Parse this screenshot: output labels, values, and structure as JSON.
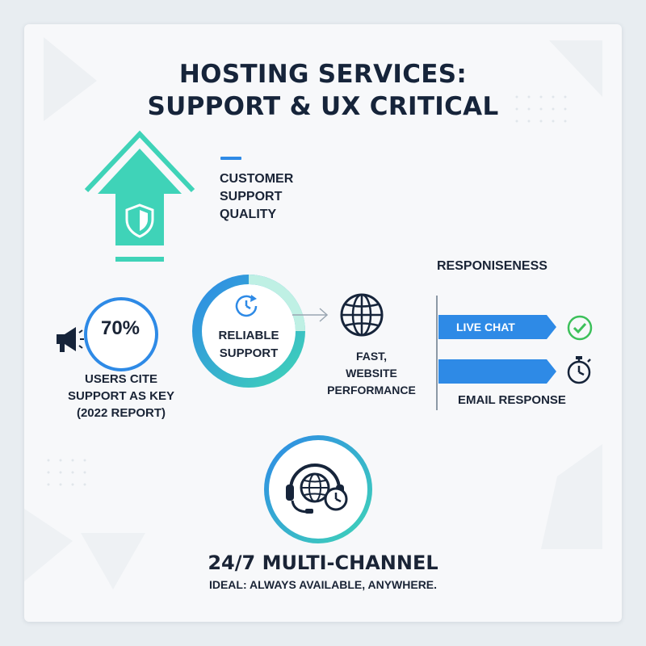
{
  "title": {
    "line1": "HOSTING SERVICES:",
    "line2": "SUPPORT & UX CRITICAL"
  },
  "customer_support": {
    "line1": "CUSTOMER",
    "line2": "SUPPORT",
    "line3": "QUALITY",
    "icon": "house-arrow-shield-icon"
  },
  "stat": {
    "value": "70%",
    "line1": "USERS CITE",
    "line2": "SUPPORT AS KEY",
    "line3": "(2022 REPORT)",
    "icon": "megaphone-icon"
  },
  "reliable": {
    "line1": "RELIABLE",
    "line2": "SUPPORT",
    "icon": "clock-refresh-icon"
  },
  "performance": {
    "line1": "FAST,",
    "line2": "WEBSITE",
    "line3": "PERFORMANCE",
    "icon": "globe-icon"
  },
  "responsiveness": {
    "title": "RESPONISENESS",
    "live_chat": "LIVE CHAT",
    "email": "EMAIL RESPONSE",
    "live_chat_icon": "checkmark-icon",
    "email_icon": "stopwatch-icon"
  },
  "multichannel": {
    "title": "24/7 MULTI-CHANNEL",
    "subtitle": "IDEAL: ALWAYS AVAILABLE, ANYWHERE.",
    "icon": "headset-globe-clock-icon"
  },
  "colors": {
    "teal": "#3fd3b8",
    "blue": "#2e8ae6",
    "navy": "#16243a",
    "green": "#3cc05a"
  }
}
